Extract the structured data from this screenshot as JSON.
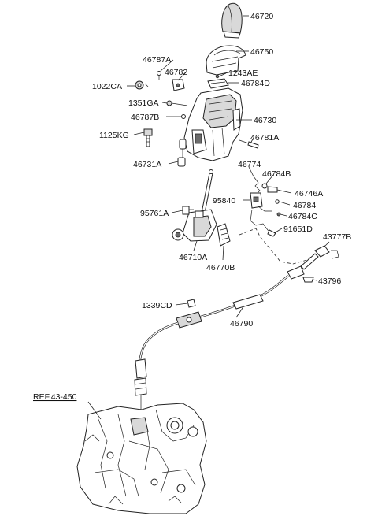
{
  "labels": {
    "p46720": "46720",
    "p46750": "46750",
    "p46787A": "46787A",
    "p46782": "46782",
    "p1243AE": "1243AE",
    "p1022CA": "1022CA",
    "p46784D": "46784D",
    "p1351GA": "1351GA",
    "p46787B": "46787B",
    "p46730": "46730",
    "p1125KG": "1125KG",
    "p46781A": "46781A",
    "p46731A": "46731A",
    "p46774": "46774",
    "p46784B": "46784B",
    "p46746A": "46746A",
    "p95840": "95840",
    "p46784": "46784",
    "p95761A": "95761A",
    "p46784C": "46784C",
    "p91651D": "91651D",
    "p43777B": "43777B",
    "p46710A": "46710A",
    "p46770B": "46770B",
    "p43796": "43796",
    "p1339CD": "1339CD",
    "p46790": "46790",
    "ref": "REF.43-450"
  }
}
